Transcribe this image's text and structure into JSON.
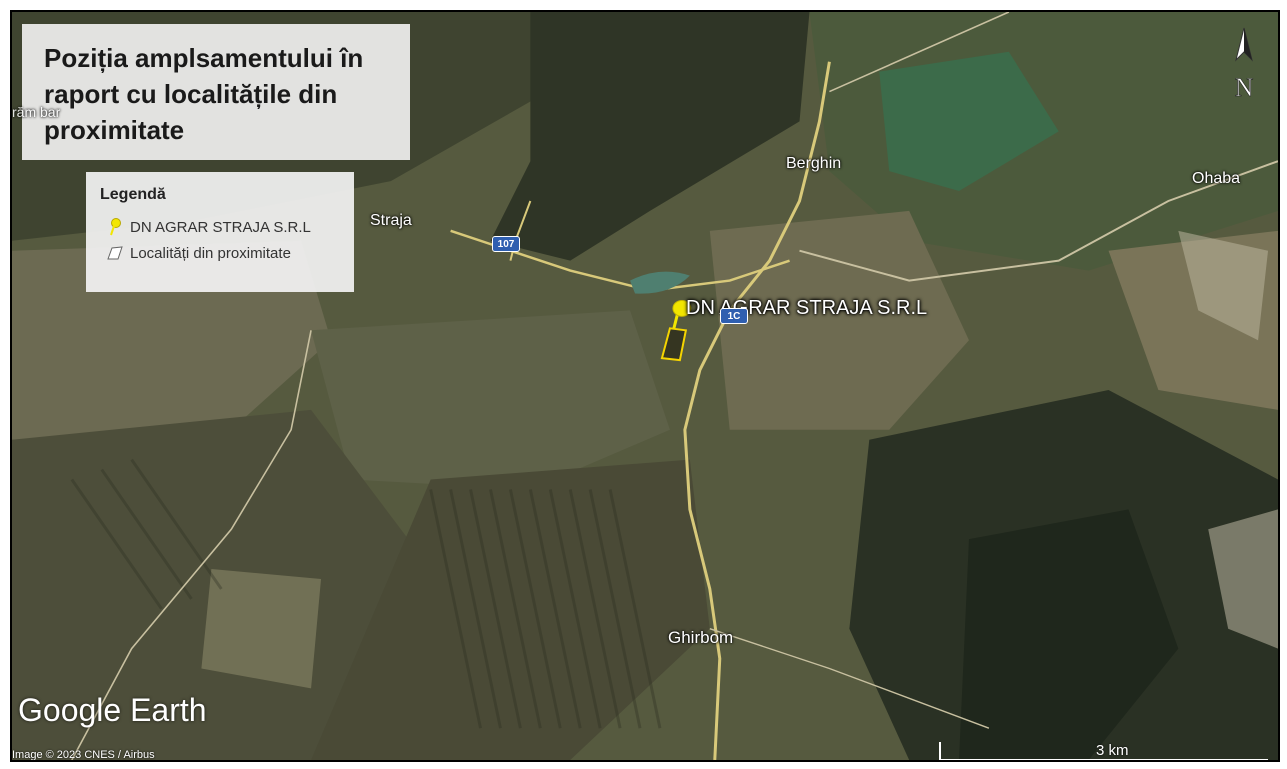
{
  "title": "Poziția amplsamentului în\nraport cu localitățile din\nproximitate",
  "legend": {
    "title": "Legendă",
    "items": [
      {
        "label": "DN AGRAR STRAJA S.R.L",
        "icon": "yellow-pushpin-icon"
      },
      {
        "label": "Localități din proximitate",
        "icon": "polygon-outline-icon"
      }
    ]
  },
  "places": {
    "straja": "Straja",
    "berghin": "Berghin",
    "ohaba": "Ohaba",
    "ghirbom": "Ghirbom",
    "partial_left": "răm bar"
  },
  "site_label": "DN AGRAR STRAJA S.R.L",
  "road_shields": {
    "r107": "107",
    "r1c": "1C"
  },
  "compass_letter": "N",
  "watermark": "Google Earth",
  "credit": "Image © 2023 CNES / Airbus",
  "scale": "3 km",
  "colors": {
    "pin": "#f2e600",
    "site_outline": "#f5d400",
    "shield": "#2f5fb0",
    "road": "#d8c97a"
  }
}
